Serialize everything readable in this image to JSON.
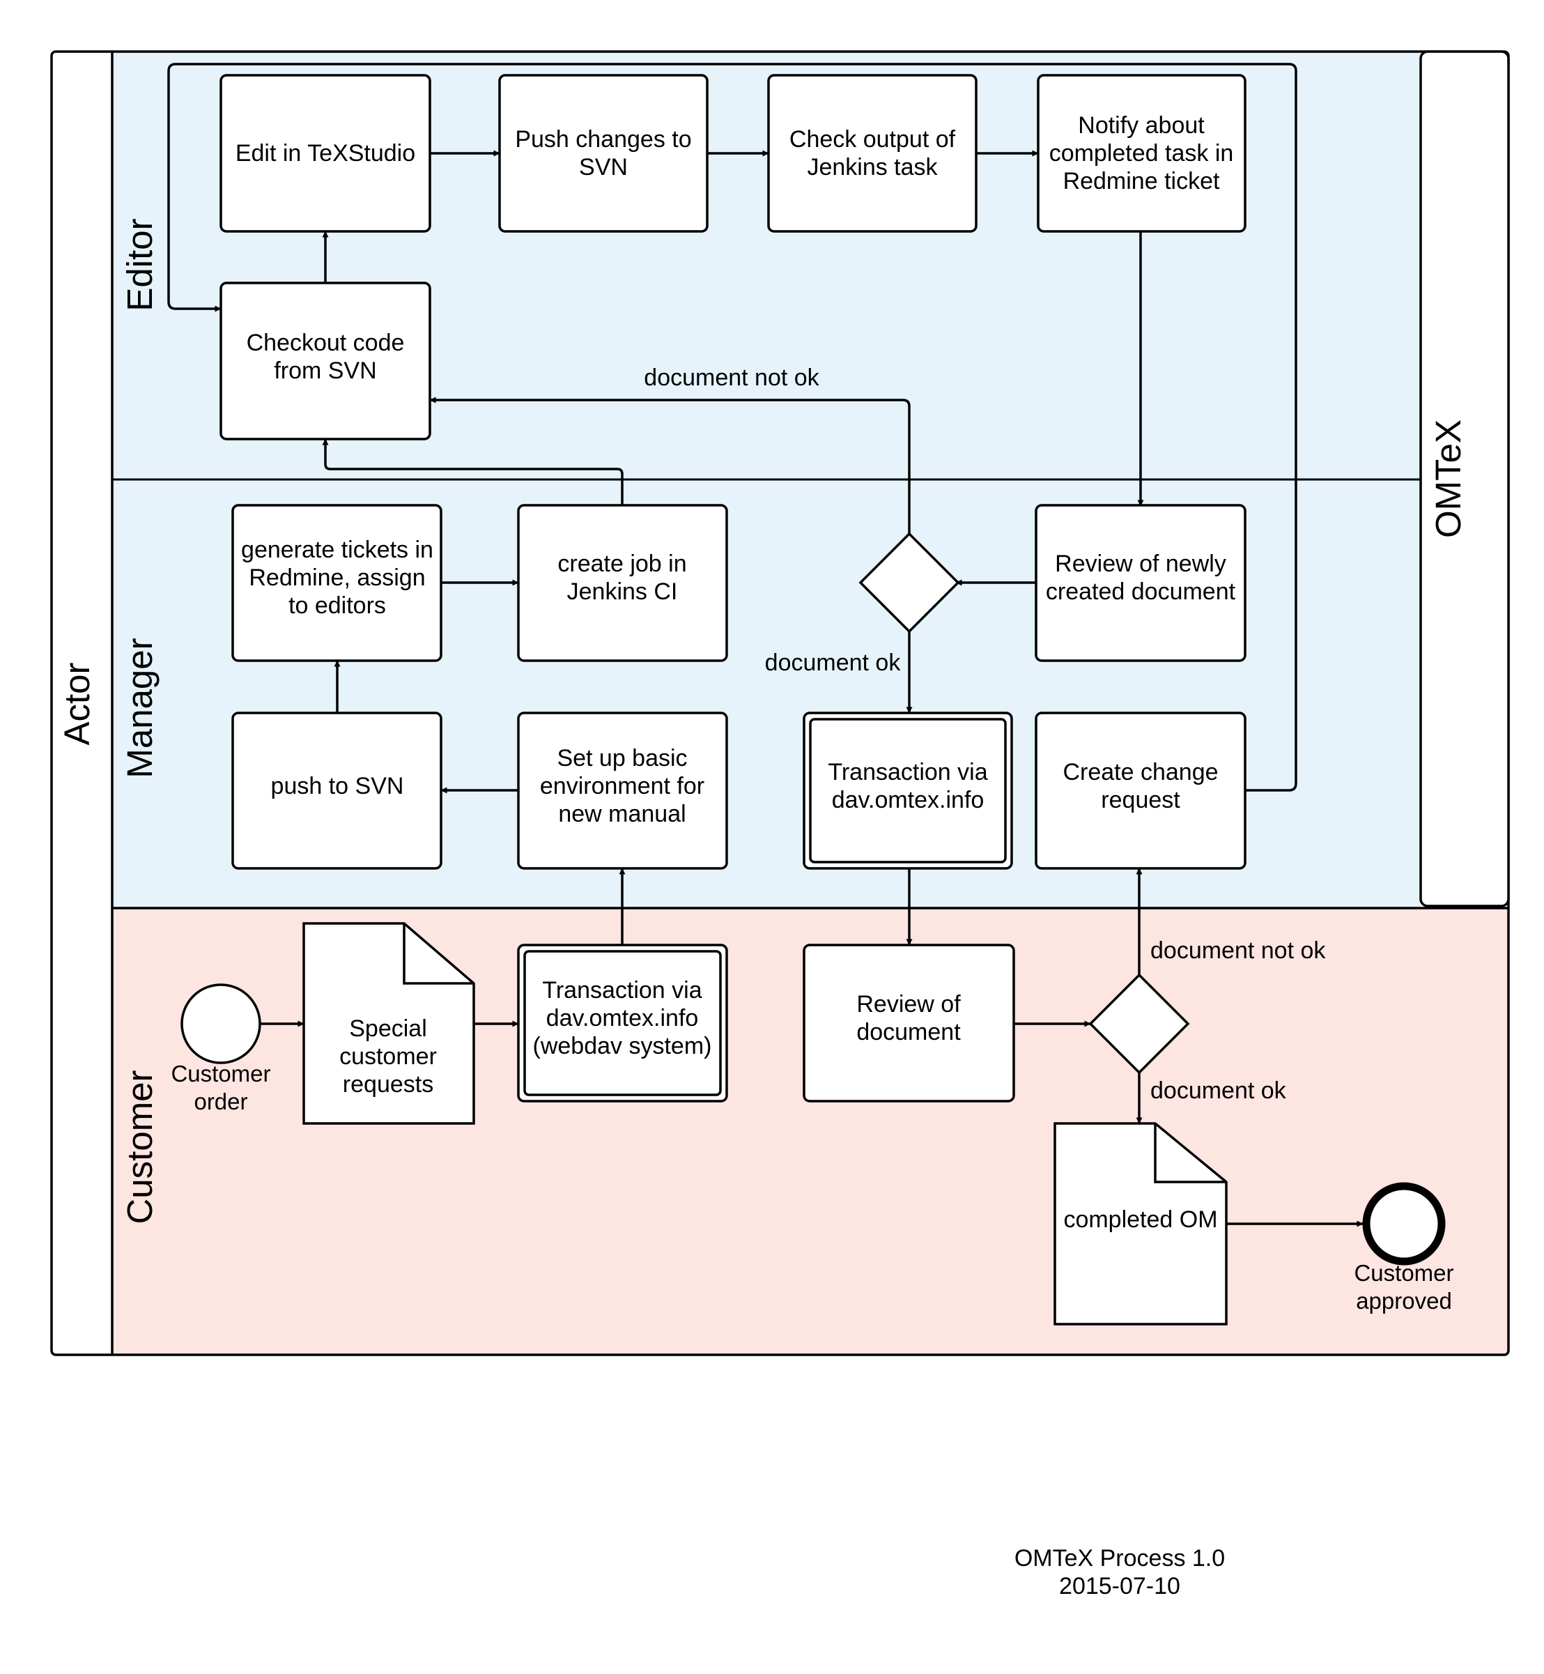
{
  "colors": {
    "editor_lane": "#e6f3fb",
    "manager_lane": "#e6f3fb",
    "customer_lane": "#fde5e2",
    "stroke": "#000000",
    "shape_fill": "#ffffff"
  },
  "pool": {
    "actor_label": "Actor",
    "system_label": "OMTeX"
  },
  "lanes": {
    "editor": "Editor",
    "manager": "Manager",
    "customer": "Customer"
  },
  "nodes": {
    "edit_texstudio": [
      "Edit in TeXStudio"
    ],
    "push_changes_svn": [
      "Push changes to",
      "SVN"
    ],
    "check_jenkins_output": [
      "Check output of",
      "Jenkins task"
    ],
    "notify_redmine": [
      "Notify about",
      "completed task in",
      "Redmine ticket"
    ],
    "checkout_svn": [
      "Checkout code",
      "from SVN"
    ],
    "generate_tickets": [
      "generate tickets in",
      "Redmine, assign",
      "to editors"
    ],
    "create_jenkins_job": [
      "create job in",
      "Jenkins CI"
    ],
    "review_new_document": [
      "Review of newly",
      "created document"
    ],
    "push_to_svn": [
      "push to SVN"
    ],
    "setup_environment": [
      "Set up basic",
      "environment for",
      "new manual"
    ],
    "transaction_dav": [
      "Transaction via",
      "dav.omtex.info"
    ],
    "create_change_request": [
      "Create change",
      "request"
    ],
    "special_requests": [
      "Special",
      "customer",
      "requests"
    ],
    "transaction_webdav": [
      "Transaction via",
      "dav.omtex.info",
      "(webdav system)"
    ],
    "review_document": [
      "Review of",
      "document"
    ],
    "completed_om": [
      "completed OM"
    ]
  },
  "events": {
    "start": [
      "Customer",
      "order"
    ],
    "end": [
      "Customer",
      "approved"
    ]
  },
  "edge_labels": {
    "editor_not_ok": "document not ok",
    "manager_ok": "document ok",
    "customer_not_ok": "document not ok",
    "customer_ok": "document ok"
  },
  "caption": {
    "title": "OMTeX Process 1.0",
    "date": "2015-07-10"
  }
}
